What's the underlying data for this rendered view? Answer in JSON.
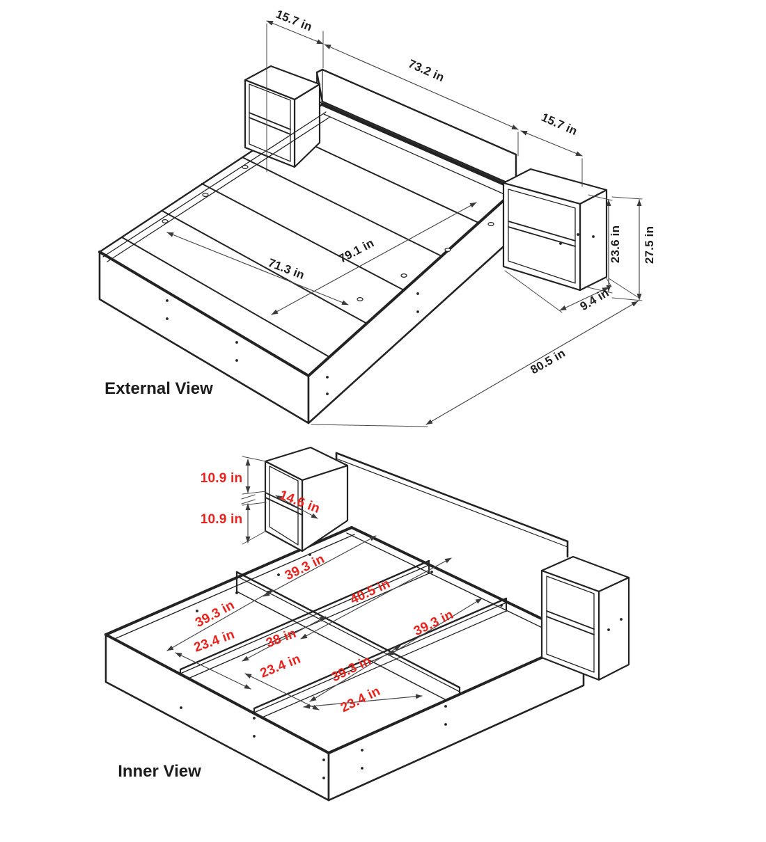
{
  "drawing": {
    "external_view": {
      "title": "External View",
      "labels": {
        "nightstand_width_left": "15.7 in",
        "headboard_width": "73.2 in",
        "nightstand_width_right": "15.7 in",
        "nightstand_height": "23.6 in",
        "overall_height": "27.5 in",
        "nightstand_depth": "9.4 in",
        "platform_inner_width": "71.3 in",
        "platform_diagonal": "79.1 in",
        "overall_length": "80.5 in"
      }
    },
    "inner_view": {
      "title": "Inner View",
      "labels": {
        "cubby_top_height": "10.9 in",
        "cubby_bottom_height": "10.9 in",
        "cubby_depth": "14.6 in",
        "compartment_len_top": "39.3 in",
        "compartment_len_right_center": "40.5 in",
        "compartment_len_left": "39.3 in",
        "compartment_width_left": "23.4 in",
        "compartment_len_head": "38 in",
        "compartment_width_center": "23.4 in",
        "compartment_len_center": "39.3 in",
        "compartment_len_right": "39.3 in",
        "compartment_width_foot": "23.4 in"
      }
    }
  },
  "colors": {
    "line": "#232323",
    "dim_line": "#4a4a4a",
    "dim_text": "#1d1d1d",
    "red_text": "#e8231d",
    "background": "#ffffff"
  }
}
